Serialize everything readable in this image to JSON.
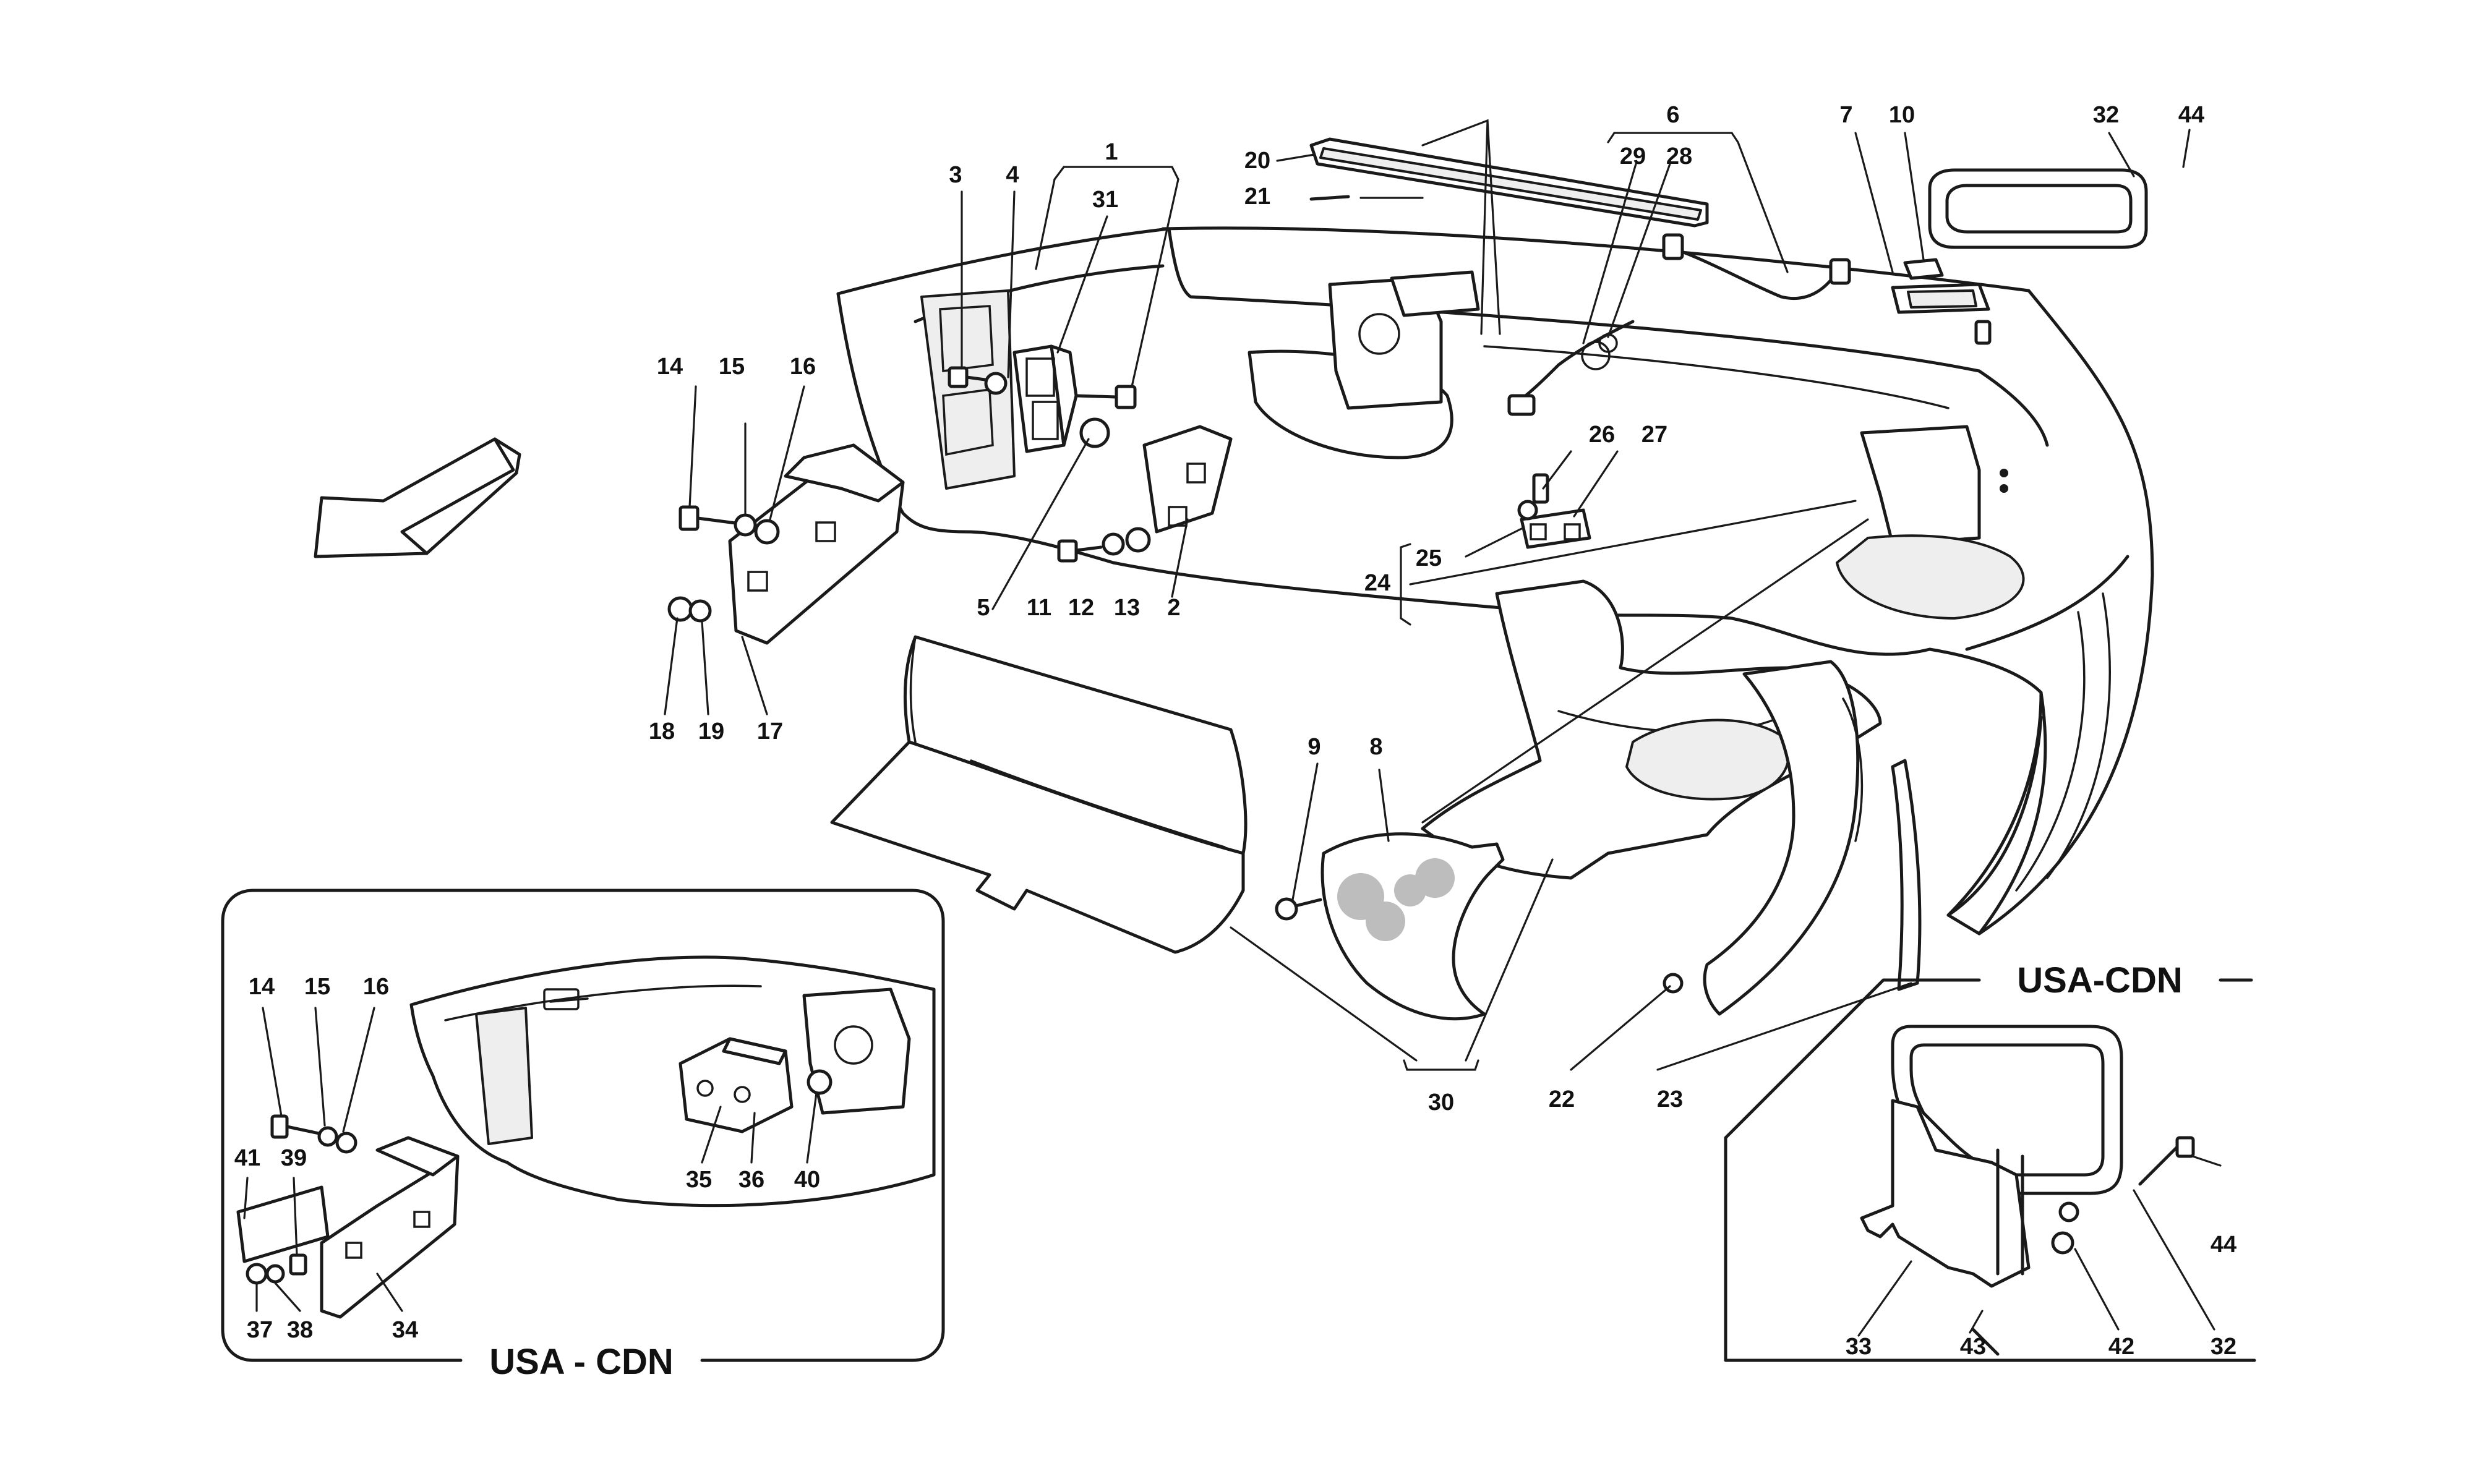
{
  "callouts": [
    {
      "id": "c1",
      "text": "1"
    },
    {
      "id": "c2",
      "text": "2"
    },
    {
      "id": "c3",
      "text": "3"
    },
    {
      "id": "c4",
      "text": "4"
    },
    {
      "id": "c5",
      "text": "5"
    },
    {
      "id": "c6",
      "text": "6"
    },
    {
      "id": "c7",
      "text": "7"
    },
    {
      "id": "c8",
      "text": "8"
    },
    {
      "id": "c9",
      "text": "9"
    },
    {
      "id": "c10",
      "text": "10"
    },
    {
      "id": "c11",
      "text": "11"
    },
    {
      "id": "c12",
      "text": "12"
    },
    {
      "id": "c13",
      "text": "13"
    },
    {
      "id": "c14",
      "text": "14"
    },
    {
      "id": "c15",
      "text": "15"
    },
    {
      "id": "c16",
      "text": "16"
    },
    {
      "id": "c17",
      "text": "17"
    },
    {
      "id": "c18",
      "text": "18"
    },
    {
      "id": "c19",
      "text": "19"
    },
    {
      "id": "c20",
      "text": "20"
    },
    {
      "id": "c21",
      "text": "21"
    },
    {
      "id": "c22",
      "text": "22"
    },
    {
      "id": "c23",
      "text": "23"
    },
    {
      "id": "c24",
      "text": "24"
    },
    {
      "id": "c25",
      "text": "25"
    },
    {
      "id": "c26",
      "text": "26"
    },
    {
      "id": "c27",
      "text": "27"
    },
    {
      "id": "c28",
      "text": "28"
    },
    {
      "id": "c29",
      "text": "29"
    },
    {
      "id": "c30",
      "text": "30"
    },
    {
      "id": "c31",
      "text": "31"
    },
    {
      "id": "c32",
      "text": "32"
    },
    {
      "id": "c44",
      "text": "44"
    },
    {
      "id": "i14",
      "text": "14"
    },
    {
      "id": "i15",
      "text": "15"
    },
    {
      "id": "i16",
      "text": "16"
    },
    {
      "id": "i34",
      "text": "34"
    },
    {
      "id": "i35",
      "text": "35"
    },
    {
      "id": "i36",
      "text": "36"
    },
    {
      "id": "i37",
      "text": "37"
    },
    {
      "id": "i38",
      "text": "38"
    },
    {
      "id": "i39",
      "text": "39"
    },
    {
      "id": "i40",
      "text": "40"
    },
    {
      "id": "i41",
      "text": "41"
    },
    {
      "id": "r32",
      "text": "32"
    },
    {
      "id": "r33",
      "text": "33"
    },
    {
      "id": "r42",
      "text": "42"
    },
    {
      "id": "r43",
      "text": "43"
    },
    {
      "id": "r44",
      "text": "44"
    }
  ],
  "market_labels": {
    "inset_left": "USA - CDN",
    "inset_right": "USA-CDN"
  },
  "icons": {
    "direction_arrow": "front-direction-arrow-icon"
  },
  "colors": {
    "line": "#1a1a1a",
    "background": "#ffffff"
  }
}
